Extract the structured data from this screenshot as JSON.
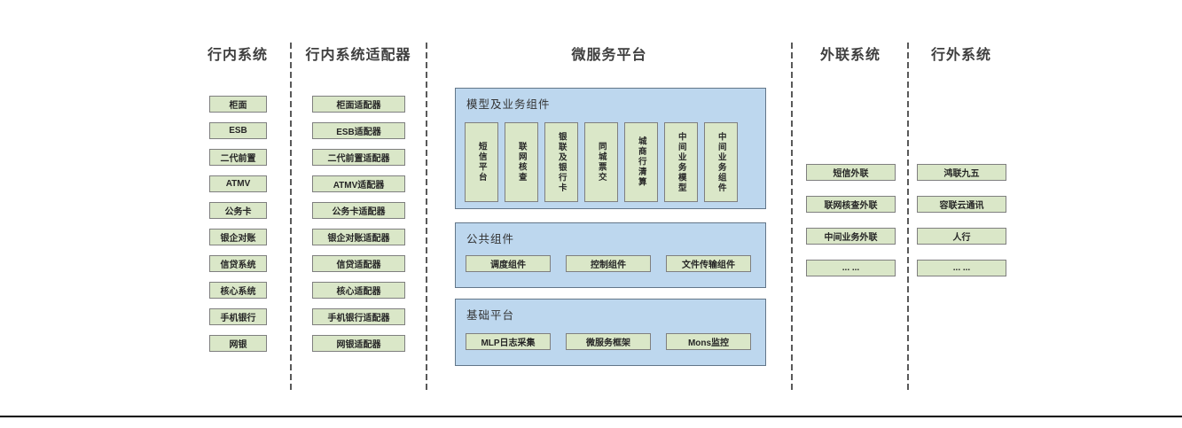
{
  "diagram": {
    "columns": [
      {
        "title": "行内系统",
        "items": [
          "柜面",
          "ESB",
          "二代前置",
          "ATMV",
          "公务卡",
          "银企对账",
          "信贷系统",
          "核心系统",
          "手机银行",
          "网银"
        ]
      },
      {
        "title": "行内系统适配器",
        "items": [
          "柜面适配器",
          "ESB适配器",
          "二代前置适配器",
          "ATMV适配器",
          "公务卡适配器",
          "银企对账适配器",
          "信贷适配器",
          "核心适配器",
          "手机银行适配器",
          "网银适配器"
        ]
      },
      {
        "title": "微服务平台",
        "groups": [
          {
            "label": "模型及业务组件",
            "orientation": "vertical",
            "items": [
              "短信平台",
              "联网核查",
              "银联及银行卡",
              "同城票交",
              "城商行清算",
              "中间业务模型",
              "中间业务组件"
            ]
          },
          {
            "label": "公共组件",
            "orientation": "horizontal",
            "items": [
              "调度组件",
              "控制组件",
              "文件传输组件"
            ]
          },
          {
            "label": "基础平台",
            "orientation": "horizontal",
            "items": [
              "MLP日志采集",
              "微服务框架",
              "Mons监控"
            ]
          }
        ]
      },
      {
        "title": "外联系统",
        "items": [
          "短信外联",
          "联网核查外联",
          "中间业务外联",
          "... ..."
        ]
      },
      {
        "title": "行外系统",
        "items": [
          "鸿联九五",
          "容联云通讯",
          "人行",
          "... ..."
        ]
      }
    ],
    "colors": {
      "box_fill": "#dae7c8",
      "box_border": "#7f7f7f",
      "panel_fill": "#bdd7ee",
      "panel_border": "#627689",
      "header_text": "#3f3f3f",
      "bottom_rule": "#000000"
    }
  }
}
